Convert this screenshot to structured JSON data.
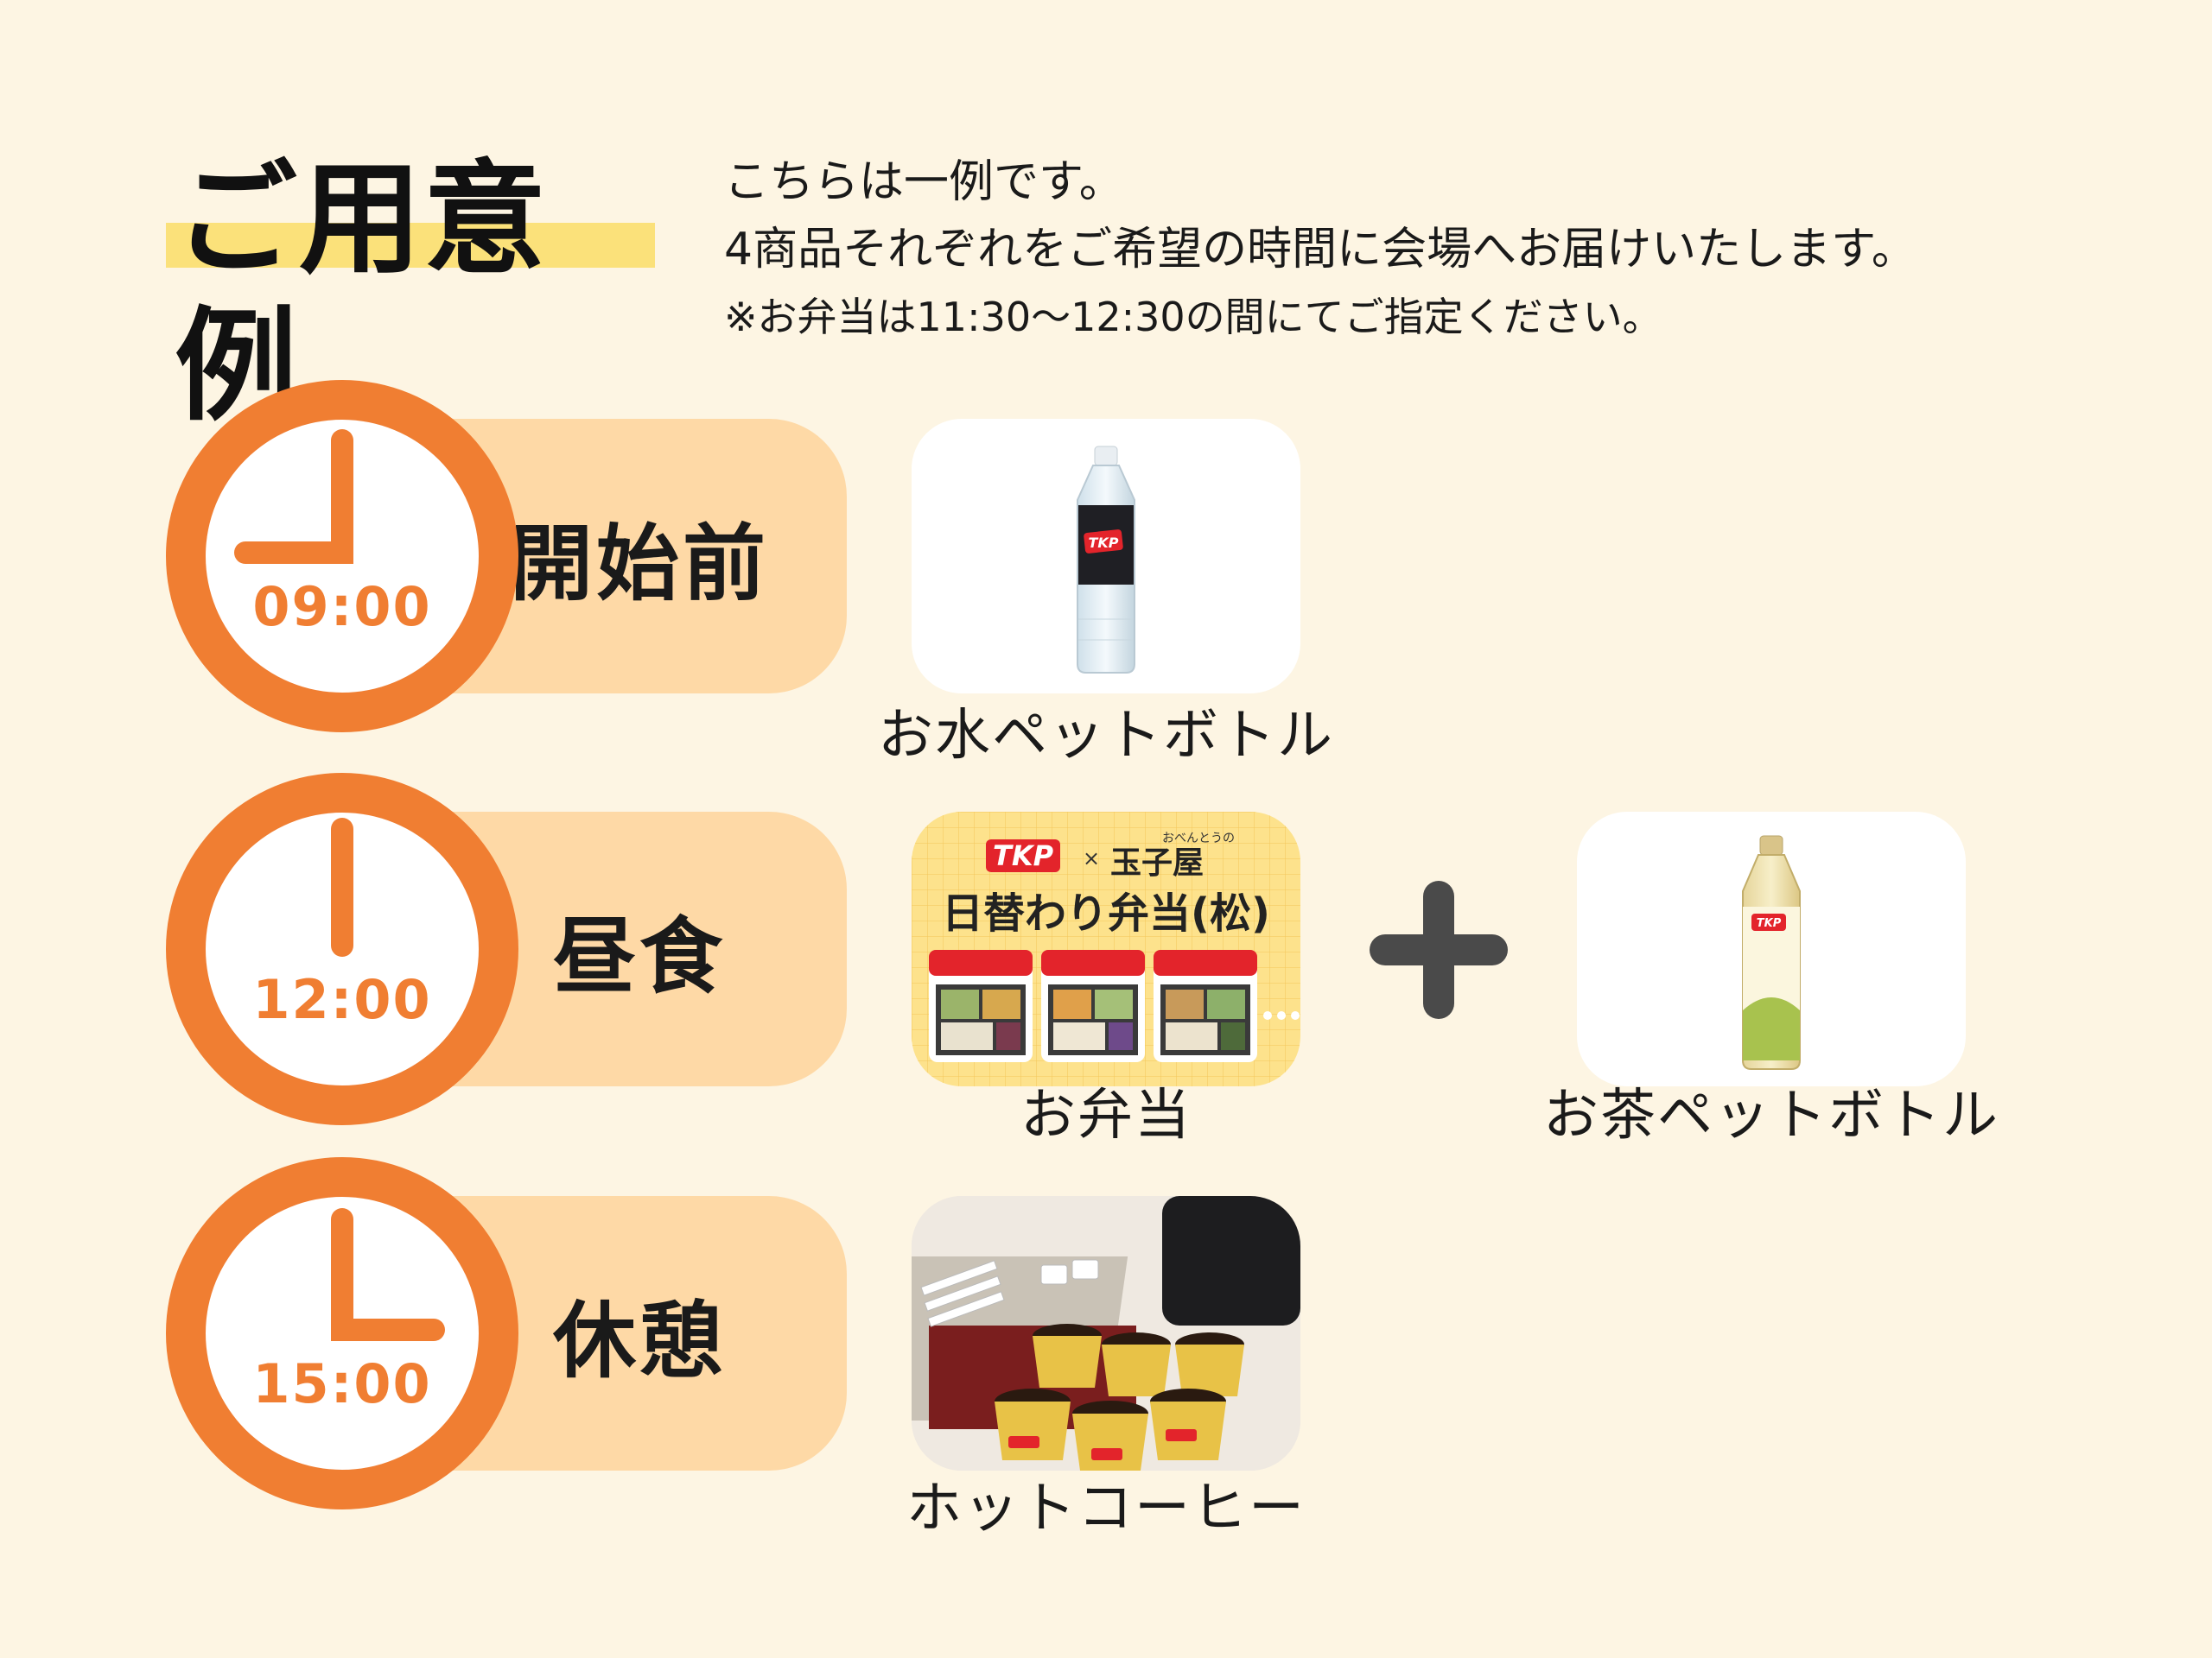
{
  "header": {
    "title": "ご用意例",
    "note_line1": "こちらは一例です。",
    "note_line2": "4商品それぞれをご希望の時間に会場へお届けいたします。",
    "note_line3": "※お弁当は11:30〜12:30の間にてご指定ください。"
  },
  "schedule": [
    {
      "time": "09:00",
      "label": "開始前",
      "clock_hours": 9,
      "items": [
        {
          "name": "お水ペットボトル",
          "icon": "water-bottle"
        }
      ]
    },
    {
      "time": "12:00",
      "label": "昼食",
      "clock_hours": 12,
      "items": [
        {
          "name": "お弁当",
          "icon": "bento-box"
        },
        {
          "name": "お茶ペットボトル",
          "icon": "tea-bottle"
        }
      ],
      "joiner": "plus-icon"
    },
    {
      "time": "15:00",
      "label": "休憩",
      "clock_hours": 15,
      "items": [
        {
          "name": "ホットコーヒー",
          "icon": "coffee-cups"
        }
      ]
    }
  ],
  "bento_card": {
    "brand": "TKP",
    "cross": "×",
    "partner_sub": "おべんとうの",
    "partner": "玉子屋",
    "title": "日替わり弁当(松)"
  },
  "brand_mark": "TKP",
  "colors": {
    "background": "#fdf5e3",
    "accent": "#f07e32",
    "pill": "#fed9a6",
    "highlight": "#fbe17a",
    "brand_red": "#e3242b"
  }
}
